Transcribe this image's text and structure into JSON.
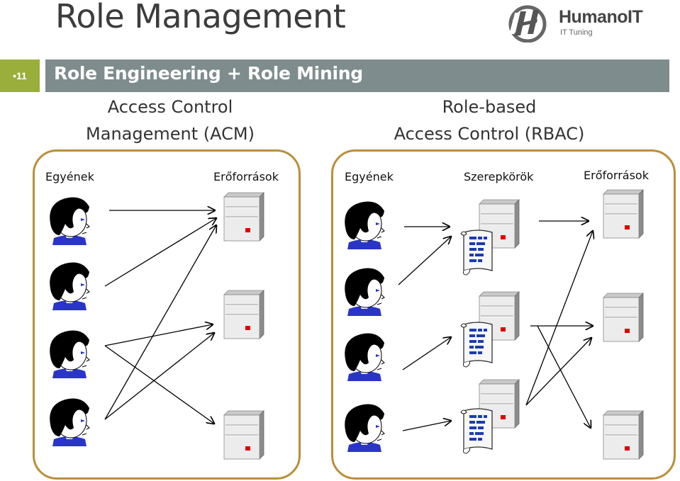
{
  "slide": {
    "title": "Role Management",
    "number": "•11",
    "banner": "Role Engineering + Role Mining"
  },
  "logo": {
    "name": "HumanoIT",
    "tagline": "IT Tuning"
  },
  "acm": {
    "title_line1": "Access Control",
    "title_line2": "Management (ACM)",
    "individuals_label": "Egyének",
    "resources_label": "Erőforrások"
  },
  "rbac": {
    "title_line1": "Role-based",
    "title_line2": "Access Control (RBAC)",
    "individuals_label": "Egyének",
    "roles_label": "Szerepkörök",
    "resources_label": "Erőforrások"
  },
  "colors": {
    "banner": "#7f8c8d",
    "slide_number": "#9aae3c",
    "panel_border": "#b98f3a",
    "server_light": "#ececec",
    "server_led": "#e00000",
    "role_doc_text": "#1a3cb0"
  },
  "icons": [
    "person-icon",
    "server-icon",
    "role-document-icon",
    "humanoit-logo-icon"
  ]
}
